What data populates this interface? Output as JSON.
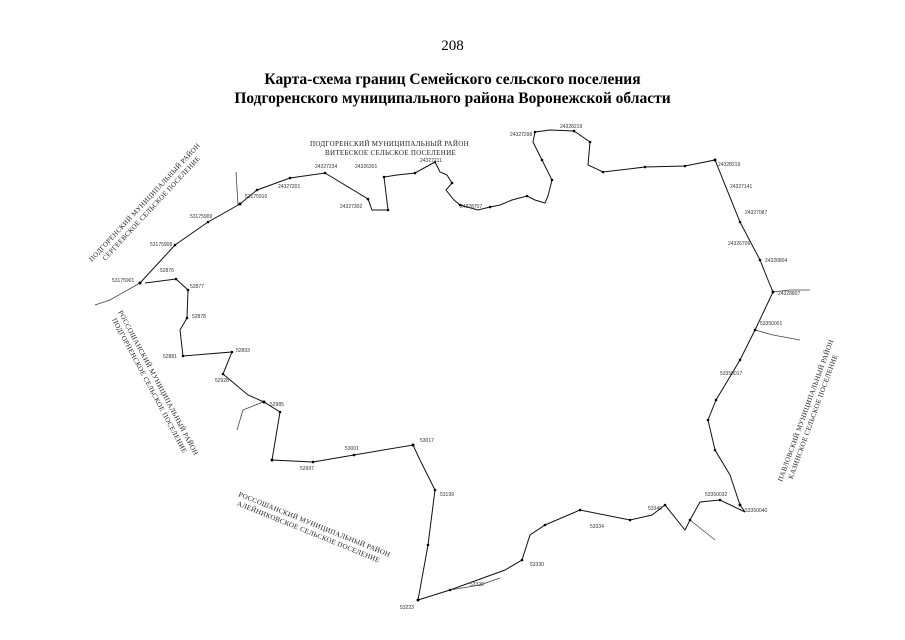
{
  "page": {
    "number": "208",
    "title_line1": "Карта-схема границ Семейского сельского поселения",
    "title_line2": "Подгоренского муниципального района Воронежской области"
  },
  "neighbors": {
    "north": {
      "line1": "ПОДГОРЕНСКИЙ МУНИЦИПАЛЬНЫЙ РАЙОН",
      "line2": "ВИТЕБСКОЕ СЕЛЬСКОЕ ПОСЕЛЕНИЕ"
    },
    "northwest": {
      "line1": "ПОДГОРЕНСКИЙ МУНИЦИПАЛЬНЫЙ РАЙОН",
      "line2": "СЕРГЕЕВСКОЕ СЕЛЬСКОЕ ПОСЕЛЕНИЕ"
    },
    "west": {
      "line1": "РОССОШАНСКИЙ МУНИЦИПАЛЬНЫЙ РАЙОН",
      "line2": "ПОДГОРНЕНСКОЕ СЕЛЬСКОЕ ПОСЕЛЕНИЕ"
    },
    "south": {
      "line1": "РОССОШАНСКИЙ МУНИЦИПАЛЬНЫЙ РАЙОН",
      "line2": "АЛЕЙНИКОВСКОЕ СЕЛЬСКОЕ ПОСЕЛЕНИЕ"
    },
    "east": {
      "line1": "ПАВЛОВСКИЙ МУНИЦИПАЛЬНЫЙ РАЙОН",
      "line2": "КАЗИНСКОЕ СЕЛЬСКОЕ ПОСЕЛЕНИЕ"
    }
  },
  "point_labels": {
    "nw1": "53175901",
    "nw2": "53175908",
    "nw3": "53175909",
    "nw4": "53175910",
    "n1": "24327201",
    "n2": "24327234",
    "n3": "24327302",
    "n4": "24326301",
    "n5": "24327211",
    "n6": "24328707",
    "n7": "24327298",
    "n8": "24328219",
    "e1": "24328219",
    "e2": "24327141",
    "e3": "24327087",
    "e4": "24326706",
    "e5": "24326804",
    "e6": "24328807",
    "e7": "53350001",
    "e8": "53350017",
    "se1": "53350040",
    "se2": "53350032",
    "se3": "53349",
    "se4": "53334",
    "s1": "53330",
    "s2": "53320",
    "s3": "53223",
    "s4": "53199",
    "sw1": "53017",
    "sw2": "53001",
    "sw3": "52997",
    "sw4": "52985",
    "w1": "52876",
    "w2": "52877",
    "w3": "52878",
    "w4": "52881",
    "w5": "52893",
    "w6": "52928"
  }
}
